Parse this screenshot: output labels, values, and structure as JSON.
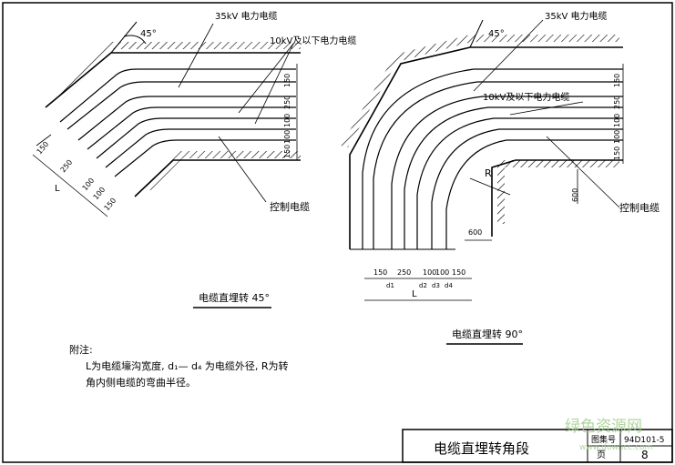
{
  "labels": {
    "cable35": "35kV 电力电缆",
    "cable10": "10kV及以下电力电缆",
    "control": "控制电缆",
    "angle45": "45°",
    "R": "R",
    "L": "L"
  },
  "dims": {
    "d150": "150",
    "d250": "250",
    "d100": "100",
    "d600": "600",
    "d1": "d1",
    "d2": "d2",
    "d3": "d3",
    "d4": "d4"
  },
  "titles": {
    "fig45": "电缆直埋转 45°",
    "fig90": "电缆直埋转 90°"
  },
  "notes": {
    "heading": "附注:",
    "line1": "L为电缆壕沟宽度, d₁— d₄ 为电缆外径, R为转",
    "line2": "角内侧电缆的弯曲半径。"
  },
  "title_block": {
    "drawing_title": "电缆直埋转角段",
    "atlas_label": "图集号",
    "atlas_number": "94D101-5",
    "page_label": "页",
    "page_number": "8"
  },
  "watermark": {
    "cn": "绿色资源网",
    "url": "www.downcc.com"
  }
}
